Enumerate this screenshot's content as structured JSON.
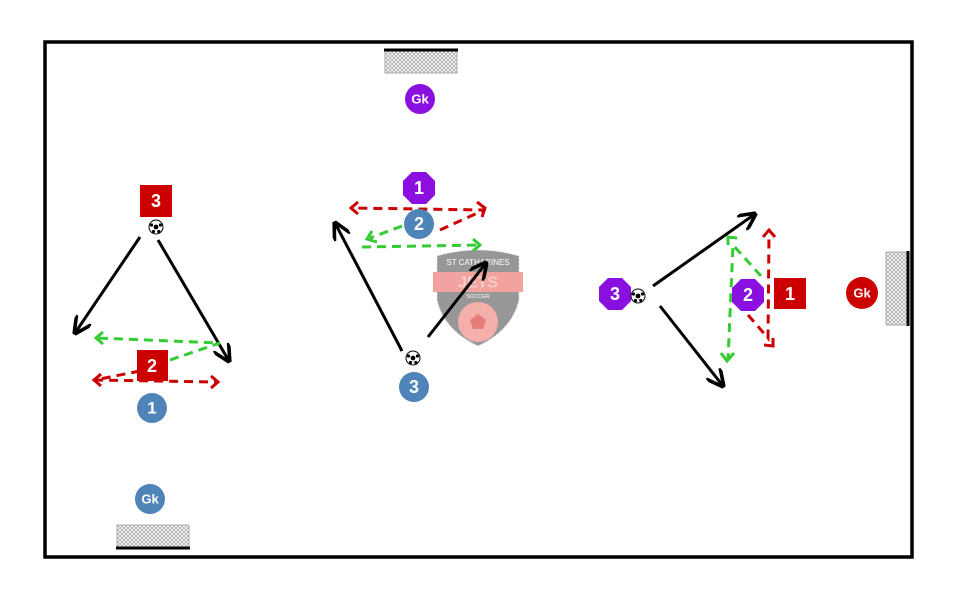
{
  "colors": {
    "red_team": "#cc0000",
    "blue_team": "#4f84b8",
    "purple_team": "#8a10e0",
    "pass": "#33cc33",
    "run": "#cc0000"
  },
  "left_drill": {
    "attacker_3": "3",
    "attacker_2": "2",
    "defender_1": "1",
    "goalkeeper": "Gk"
  },
  "middle_drill": {
    "defender_1": "1",
    "attacker_2": "2",
    "attacker_3": "3",
    "goalkeeper": "Gk"
  },
  "right_drill": {
    "attacker_3": "3",
    "attacker_2": "2",
    "defender_1": "1",
    "goalkeeper": "Gk"
  },
  "logo": {
    "top": "ST CATHARINES",
    "main": "JETS",
    "bottom": "SOCCER"
  }
}
